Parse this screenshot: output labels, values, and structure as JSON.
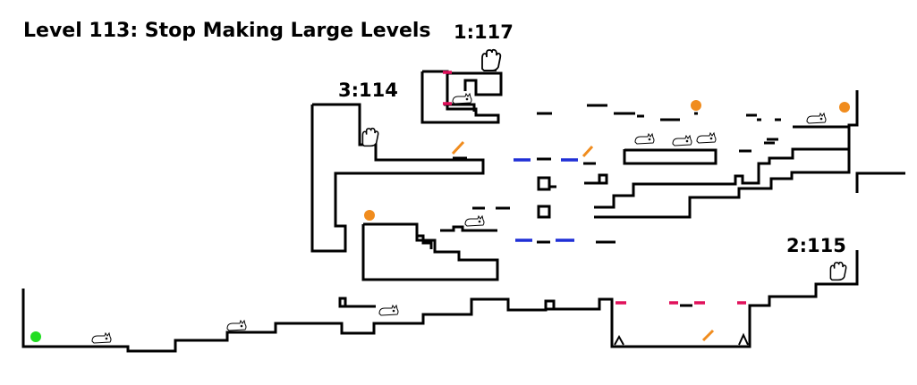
{
  "level": {
    "title": "Level 113: Stop Making Large Levels"
  },
  "doors": [
    {
      "label": "1:117"
    },
    {
      "label": "3:114"
    },
    {
      "label": "2:115"
    }
  ],
  "colors": {
    "wall": "#000000",
    "player": "#22dd22",
    "coin": "#f08c1e",
    "spring": "#f08c1e",
    "blue_platform": "#1f2fd6",
    "pink_block": "#e0105a"
  },
  "icons": {
    "door": "glove-hand-icon",
    "cat": "cat-icon",
    "player": "green-ball-icon",
    "coin": "orange-coin-icon",
    "spring": "orange-spring-icon",
    "spike": "spike-icon"
  }
}
